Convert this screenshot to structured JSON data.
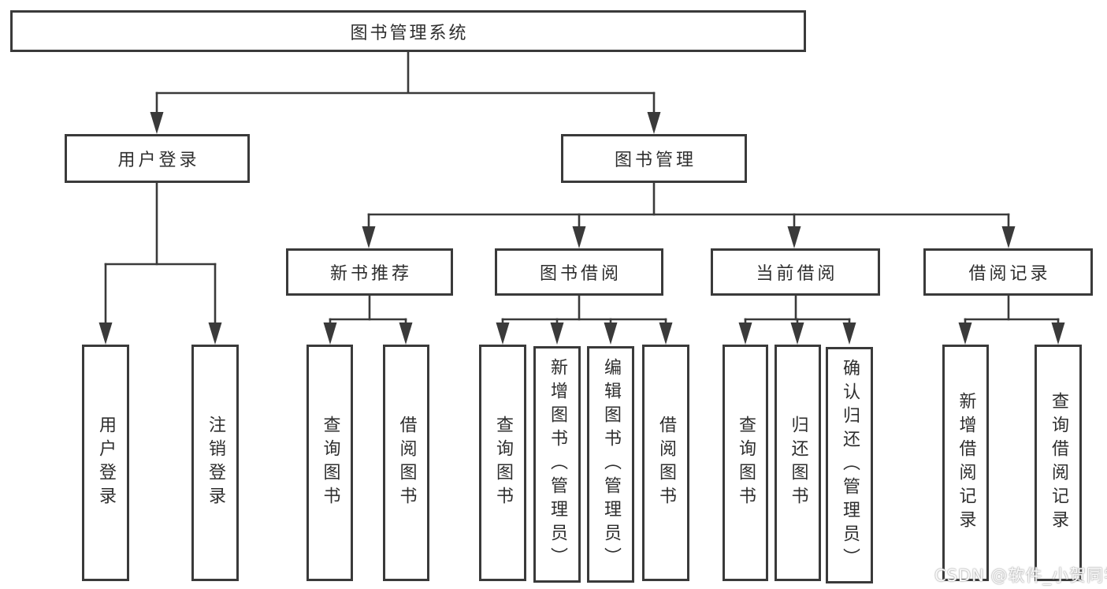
{
  "diagram": {
    "title": "图书管理系统",
    "level2": [
      "用户登录",
      "图书管理"
    ],
    "level3": [
      "新书推荐",
      "图书借阅",
      "当前借阅",
      "借阅记录"
    ],
    "leaves": [
      "用户登录",
      "注销登录",
      "查询图书",
      "借阅图书",
      "查询图书",
      "新增图书（管理员）",
      "编辑图书（管理员）",
      "借阅图书",
      "查询图书",
      "归还图书",
      "确认归还（管理员）",
      "新增借阅记录",
      "查询借阅记录"
    ],
    "colors": {
      "line": "#3a3a3a",
      "box_border": "#3a3a3a",
      "text": "#2e2e2e",
      "background": "#ffffff",
      "watermark_text": "#fafafa"
    }
  },
  "watermark": {
    "text": "CSDN @软件_小贺同学"
  }
}
